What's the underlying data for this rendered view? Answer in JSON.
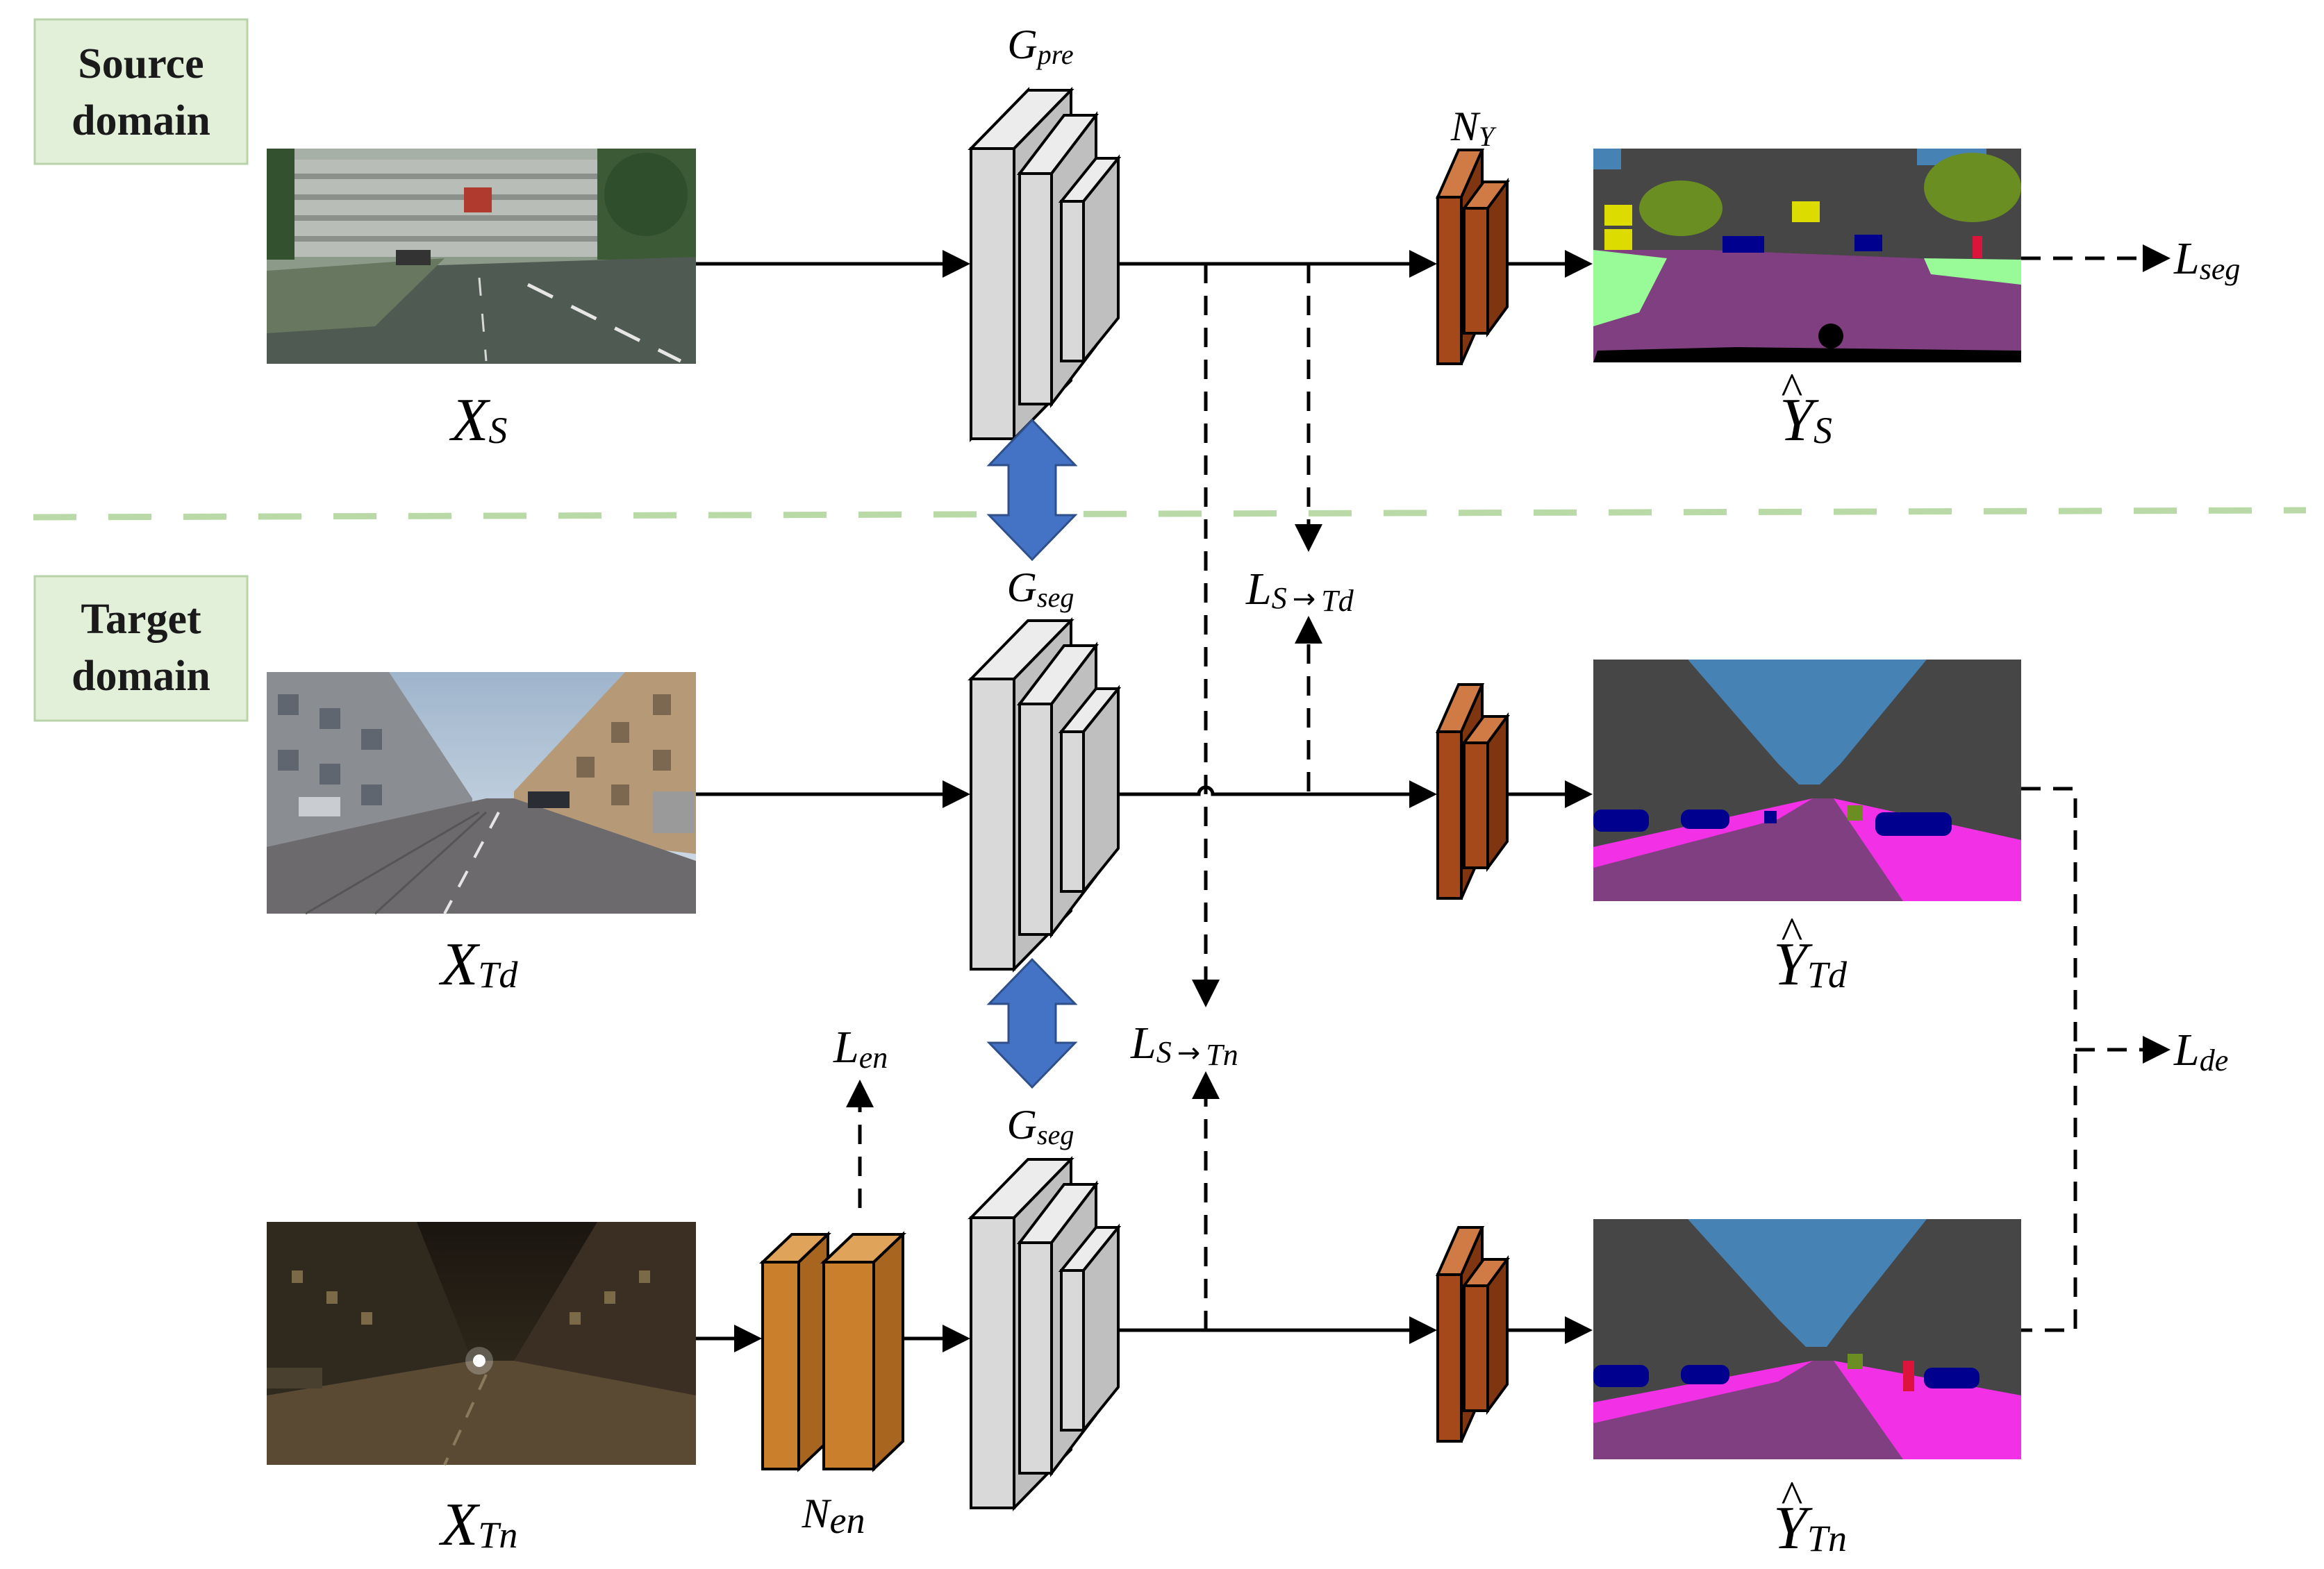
{
  "domains": {
    "source": {
      "line1": "Source",
      "line2": "domain"
    },
    "target": {
      "line1": "Target",
      "line2": "domain"
    }
  },
  "labels": {
    "xs": {
      "main": "X",
      "sub": "S"
    },
    "xtd": {
      "main": "X",
      "sub": "Td"
    },
    "xtn": {
      "main": "X",
      "sub": "Tn"
    },
    "ys": {
      "main": "Y",
      "sub": "S",
      "hat": "^"
    },
    "ytd": {
      "main": "Y",
      "sub": "Td",
      "hat": "^"
    },
    "ytn": {
      "main": "Y",
      "sub": "Tn",
      "hat": "^"
    },
    "gpre": {
      "main": "G",
      "sub": "pre"
    },
    "gseg1": {
      "main": "G",
      "sub": "seg"
    },
    "gseg2": {
      "main": "G",
      "sub": "seg"
    },
    "ny": {
      "main": "N",
      "sub": "Y"
    },
    "nen": {
      "main": "N",
      "sub": "en"
    }
  },
  "losses": {
    "lseg": {
      "main": "L",
      "sub": "seg"
    },
    "lstd": {
      "main": "L",
      "sub_a": "S",
      "arrow": "→",
      "sub_b": "Td"
    },
    "lstn": {
      "main": "L",
      "sub_a": "S",
      "arrow": "→",
      "sub_b": "Tn"
    },
    "len": {
      "main": "L",
      "sub": "en"
    },
    "lde": {
      "main": "L",
      "sub": "de"
    }
  },
  "colors": {
    "domain_box": "#e2efd9",
    "divider": "#b9d9a6",
    "generator": "#d9d9d9",
    "ny_block": "#a5491a",
    "nen_block": "#c97f2b",
    "swap_arrow": "#4472c4",
    "seg_road": "#7f3f80",
    "seg_building": "#464646",
    "seg_sky": "#4682b4",
    "seg_sidewalk": "#f230e6",
    "seg_vegetation": "#6b8e23",
    "seg_car": "#00008e",
    "seg_sign": "#dcdc00",
    "seg_person": "#dc143c"
  }
}
